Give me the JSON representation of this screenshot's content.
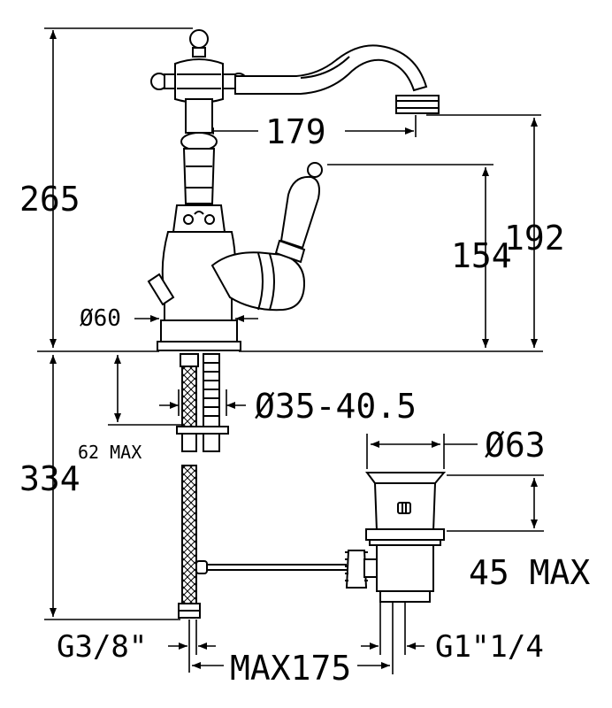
{
  "dimensions": {
    "total_height": "265",
    "spout_reach": "179",
    "lever_height": "154",
    "spout_height": "192",
    "base_diameter": "Ø60",
    "hole_diameter": "Ø35-40.5",
    "deck_thickness": "62 MAX",
    "under_length": "334",
    "waste_diameter": "Ø63",
    "waste_height": "45 MAX",
    "hose_thread": "G3/8\"",
    "waste_thread": "G1\"1/4",
    "rod_length": "MAX175"
  },
  "colors": {
    "line": "#000000",
    "background": "#ffffff"
  }
}
